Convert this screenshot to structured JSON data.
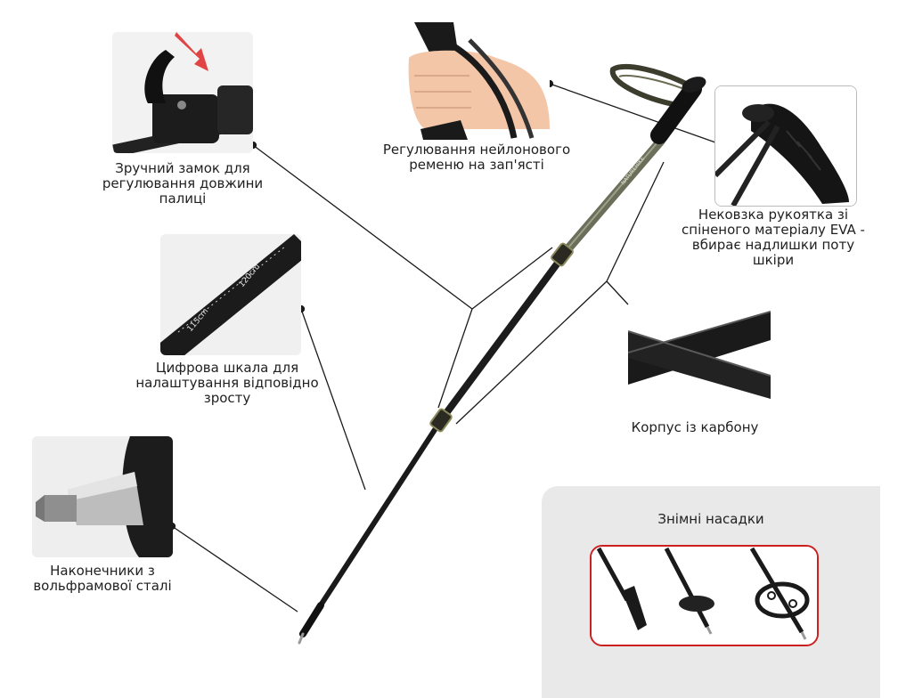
{
  "features": {
    "lock": {
      "lines": [
        "Зручний замок для",
        "регулювання довжини",
        "палиці"
      ],
      "icon": "flip-lock-clamp-photo"
    },
    "strap": {
      "lines": [
        "Регулювання нейлонового",
        "ременю на зап'ясті"
      ],
      "icon": "wrist-strap-hand-photo"
    },
    "grip": {
      "lines": [
        "Нековзка рукоятка зі",
        "спіненого матеріалу EVA -",
        "вбирає надлишки поту",
        "шкіри"
      ],
      "icon": "eva-foam-grip-photo"
    },
    "scale": {
      "lines": [
        "Цифрова шкала для",
        "налаштування відповідно",
        "зросту"
      ],
      "icon": "length-scale-photo",
      "marks": [
        "120cm",
        "115cm"
      ]
    },
    "carbon": {
      "lines": [
        "Корпус із карбону"
      ],
      "icon": "carbon-shaft-photo"
    },
    "tip": {
      "lines": [
        "Наконечники з",
        "вольфрамової сталі"
      ],
      "icon": "tungsten-tip-photo"
    }
  },
  "tips_panel": {
    "title": "Знімні насадки",
    "icon": "interchangeable-tips-photo"
  },
  "pole": {
    "brand": "NATUREHIKE",
    "icon": "trekking-pole-illustration"
  },
  "colors": {
    "accent_red": "#cc1f1f",
    "panel_bg": "#e9e9e9",
    "shaft": "#1a1a1a",
    "upper_shaft": "#6b6f5a",
    "lock_ring": "#8a8a5c"
  }
}
